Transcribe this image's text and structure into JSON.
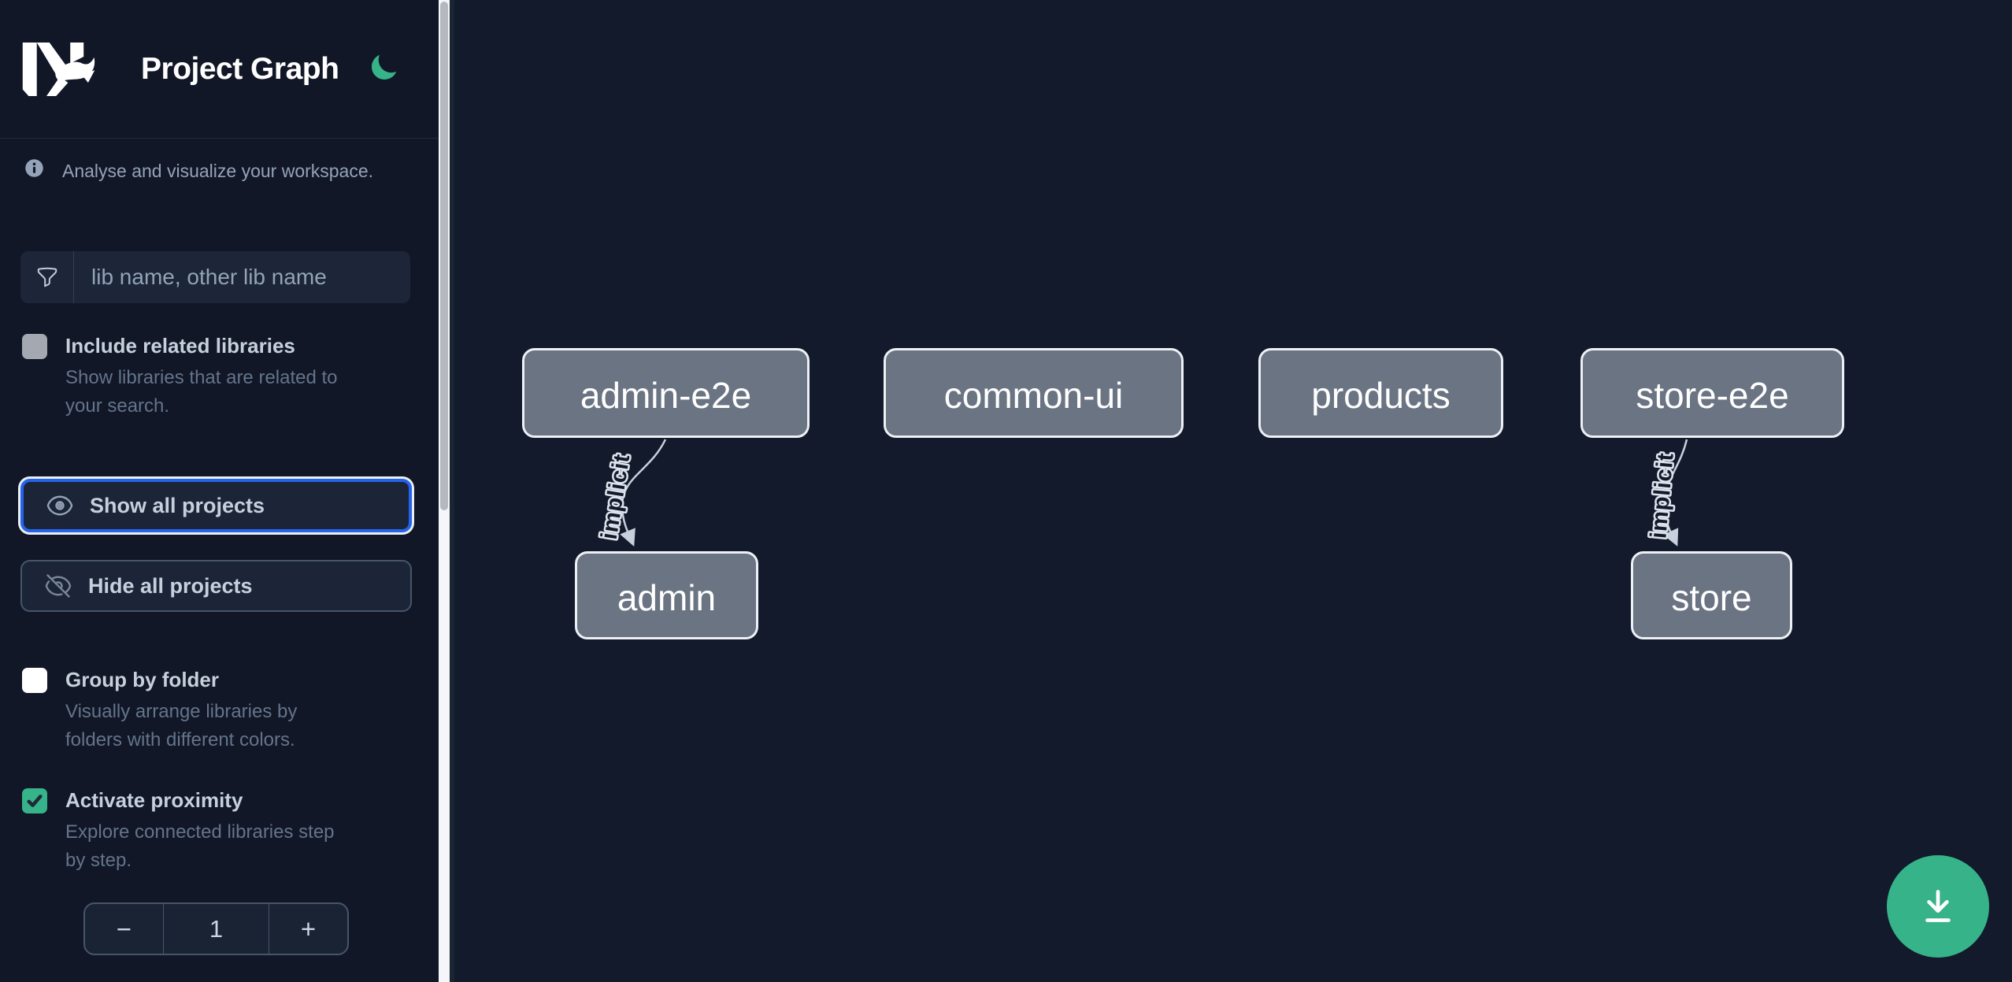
{
  "app": {
    "title": "Project Graph",
    "logo": "nx-logo",
    "theme_icon": "moon-icon"
  },
  "sidebar": {
    "info": "Analyse and visualize your workspace.",
    "search_placeholder": "lib name, other lib name",
    "include_related": {
      "label": "Include related libraries",
      "desc_line1": "Show libraries that are related to",
      "desc_line2": "your search.",
      "checked": false
    },
    "show_all_label": "Show all projects",
    "hide_all_label": "Hide all projects",
    "group_by_folder": {
      "label": "Group by folder",
      "desc_line1": "Visually arrange libraries by",
      "desc_line2": "folders with different colors.",
      "checked": false
    },
    "proximity": {
      "label": "Activate proximity",
      "desc_line1": "Explore connected libraries step",
      "desc_line2": "by step.",
      "checked": true
    },
    "stepper": {
      "decrement": "−",
      "value": "1",
      "increment": "+"
    }
  },
  "graph": {
    "nodes": [
      {
        "label": "admin-e2e"
      },
      {
        "label": "common-ui"
      },
      {
        "label": "products"
      },
      {
        "label": "store-e2e"
      },
      {
        "label": "admin"
      },
      {
        "label": "store"
      }
    ],
    "edges": [
      {
        "from": "admin-e2e",
        "to": "admin",
        "label": "implicit"
      },
      {
        "from": "store-e2e",
        "to": "store",
        "label": "implicit"
      }
    ]
  },
  "icons": [
    "nx-logo",
    "moon-icon",
    "info-icon",
    "funnel-icon",
    "eye-icon",
    "eye-off-icon",
    "minus-icon",
    "plus-icon",
    "download-icon",
    "check-icon"
  ],
  "colors": {
    "accent": "#36b388",
    "focus": "#2563eb",
    "node_fill": "#6b7483",
    "node_border": "#edf1f6",
    "edge": "#c7d0dc",
    "sidebar_bg": "#111726",
    "canvas_bg": "#121a2b",
    "text_primary": "#cbd5e1"
  }
}
